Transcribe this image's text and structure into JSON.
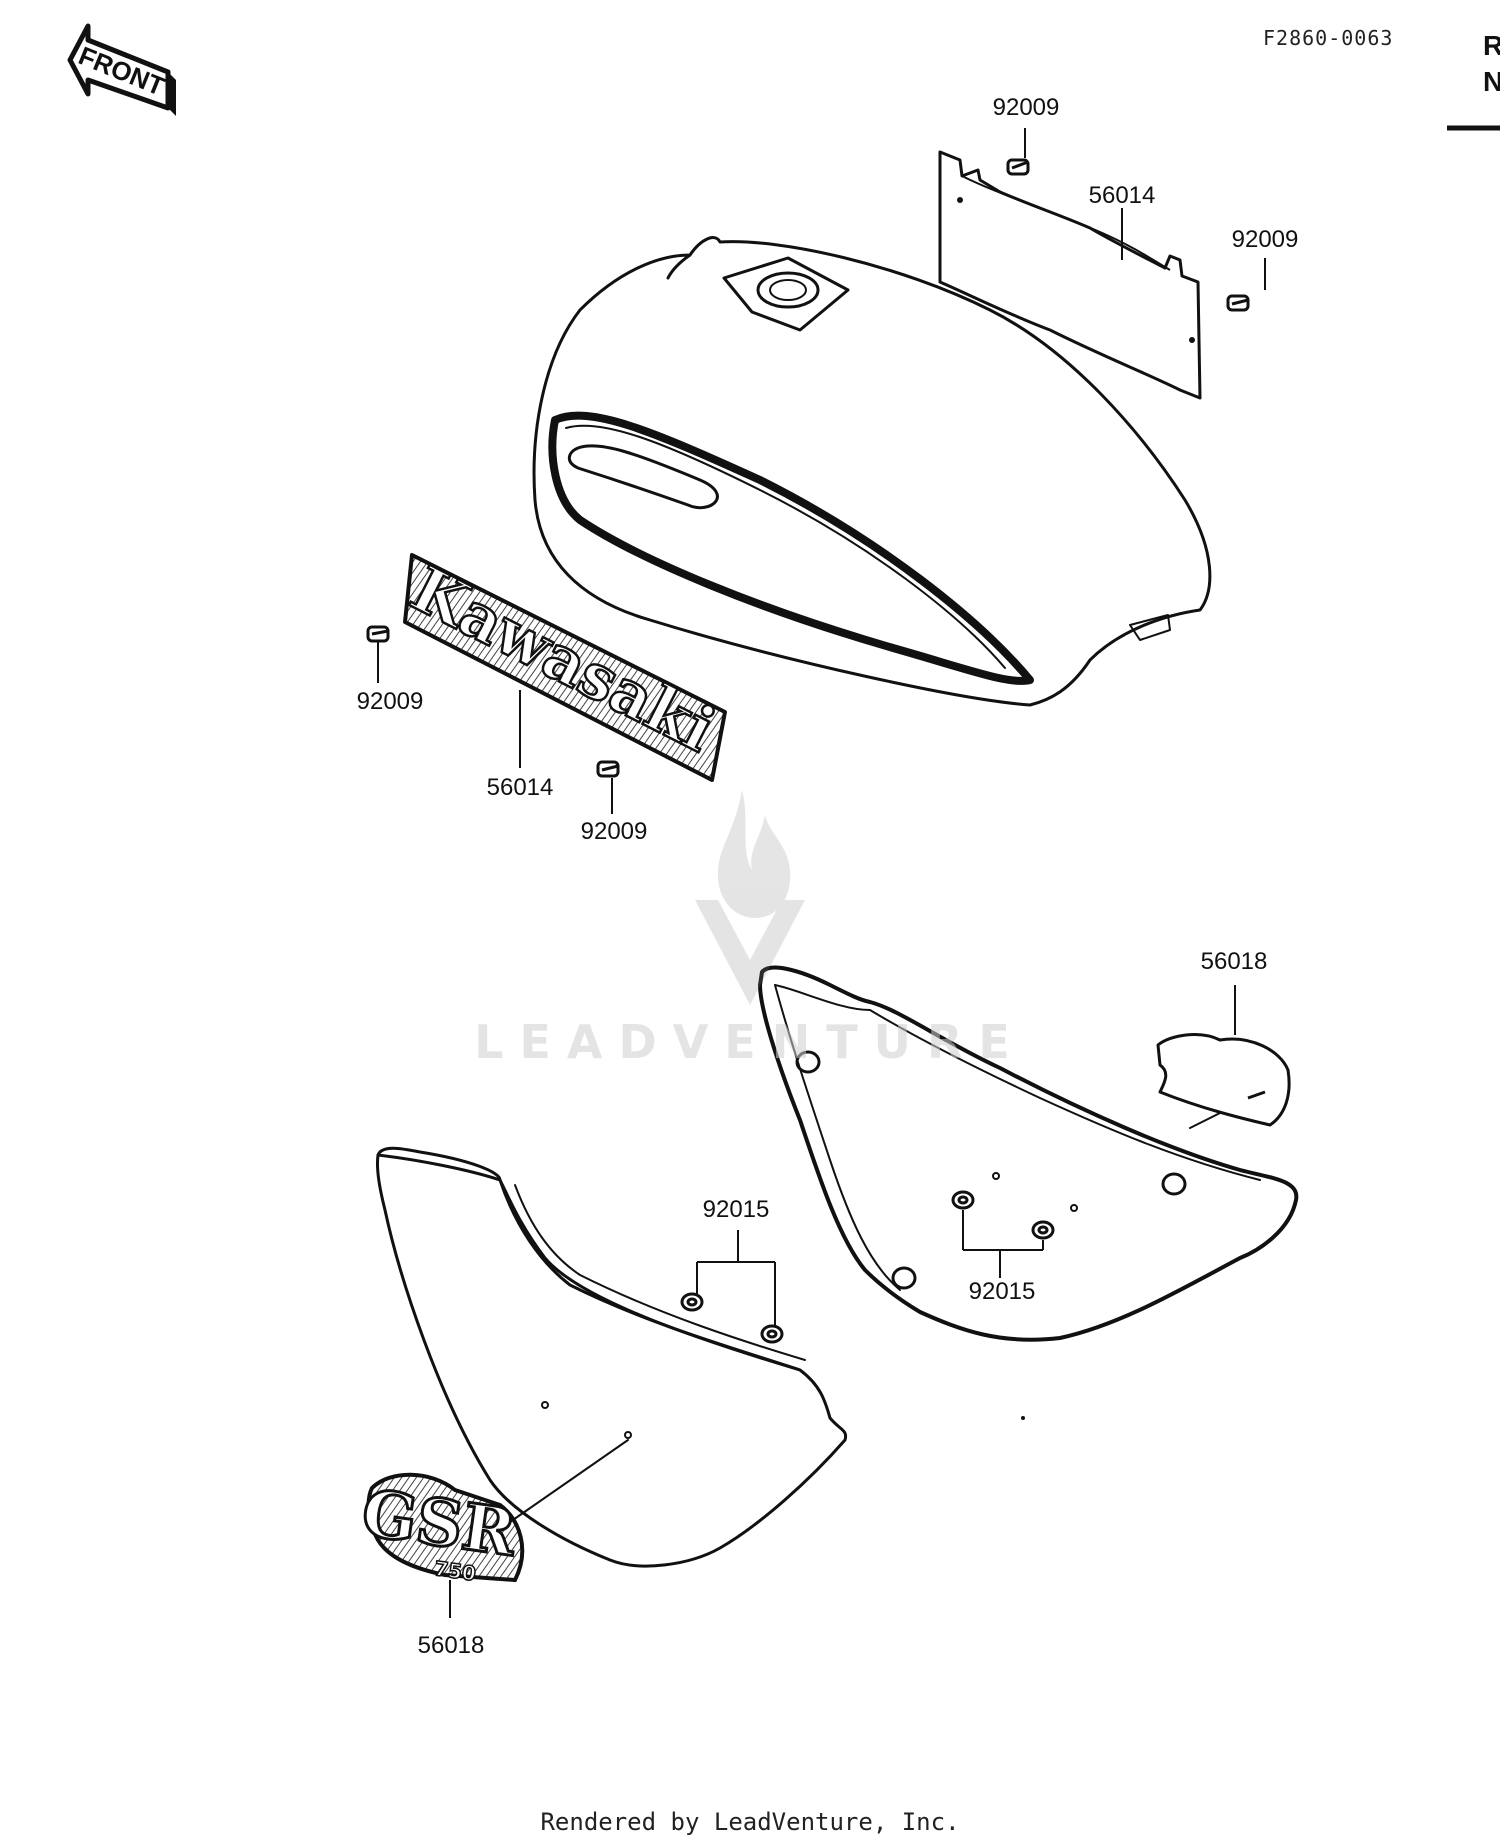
{
  "figure": {
    "code": "F2860-0063",
    "front_label": "FRONT",
    "edge_text": [
      "R",
      "N"
    ],
    "watermark": "LEADVENTURE",
    "footer": "Rendered by LeadVenture, Inc."
  },
  "parts": {
    "tank_badge_left": {
      "number": "56014",
      "text": "Kawasaki"
    },
    "tank_badge_right": {
      "number": "56014"
    },
    "badge_screws": [
      "92009",
      "92009",
      "92009",
      "92009"
    ],
    "side_cover_nuts_left": {
      "number": "92015"
    },
    "side_cover_nuts_right": {
      "number": "92015"
    },
    "side_emblem_left": {
      "number": "56018",
      "text": "GSR",
      "subtext": "750"
    },
    "side_emblem_right": {
      "number": "56018"
    }
  }
}
